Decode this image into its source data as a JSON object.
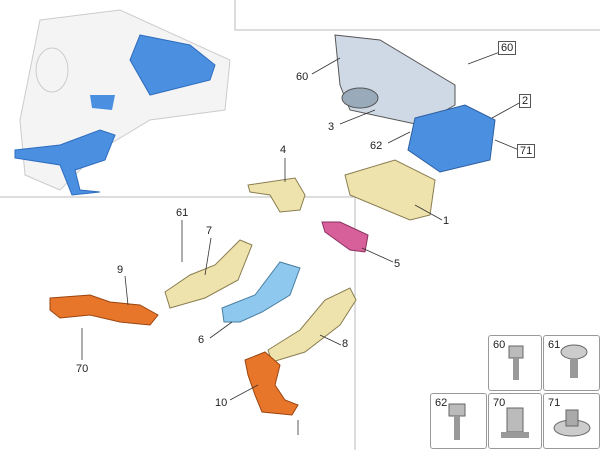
{
  "callouts": {
    "c60a": "60",
    "c60b": "60",
    "c3": "3",
    "c62": "62",
    "c2": "2",
    "c71": "71",
    "c4": "4",
    "c1": "1",
    "c5": "5",
    "c61": "61",
    "c7": "7",
    "c9": "9",
    "c6": "6",
    "c8": "8",
    "c70": "70",
    "c10": "10"
  },
  "hardware": [
    {
      "label": "60"
    },
    {
      "label": "61"
    },
    {
      "label": "62"
    },
    {
      "label": "70"
    },
    {
      "label": "71"
    }
  ],
  "colors": {
    "duct_blue": "#4a8fe0",
    "duct_yellow": "#efe3ad",
    "duct_orange": "#e8762a",
    "duct_pink": "#d8609a",
    "duct_lightblue": "#8ec8ee"
  }
}
